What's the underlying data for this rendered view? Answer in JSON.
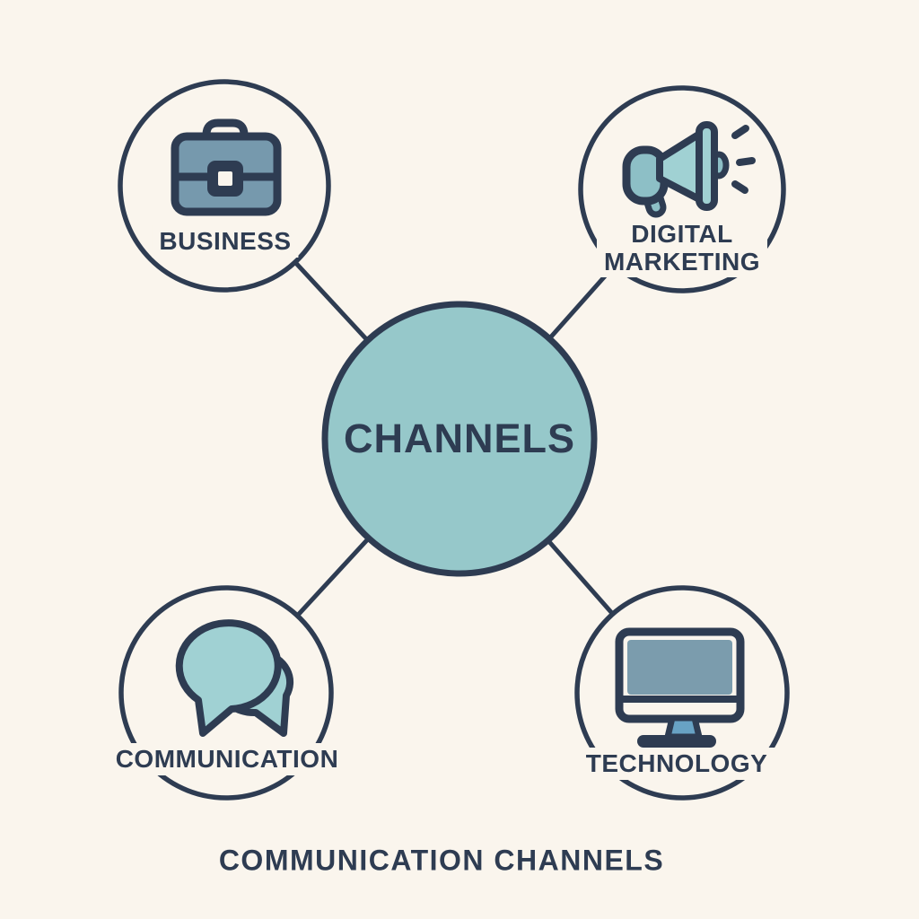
{
  "diagram": {
    "center": {
      "label": "CHANNELS"
    },
    "nodes": {
      "business": {
        "label": "BUSINESS",
        "icon": "briefcase-icon"
      },
      "digital_marketing": {
        "line1": "DIGITAL",
        "line2": "MARKETING",
        "icon": "megaphone-icon"
      },
      "communication": {
        "label": "COMMUNICATION",
        "icon": "chat-bubbles-icon"
      },
      "technology": {
        "label": "TECHNOLOGY",
        "icon": "monitor-icon"
      }
    },
    "caption": "COMMUNICATION CHANNELS",
    "colors": {
      "bg": "#faf5ed",
      "ink": "#2e3c52",
      "centerFill": "#96c8ca",
      "tealLight": "#a0d1d3",
      "tealMid": "#8dbfc6",
      "steel": "#7699ad",
      "screen": "#7b9cad",
      "stand": "#68a2c4"
    }
  }
}
